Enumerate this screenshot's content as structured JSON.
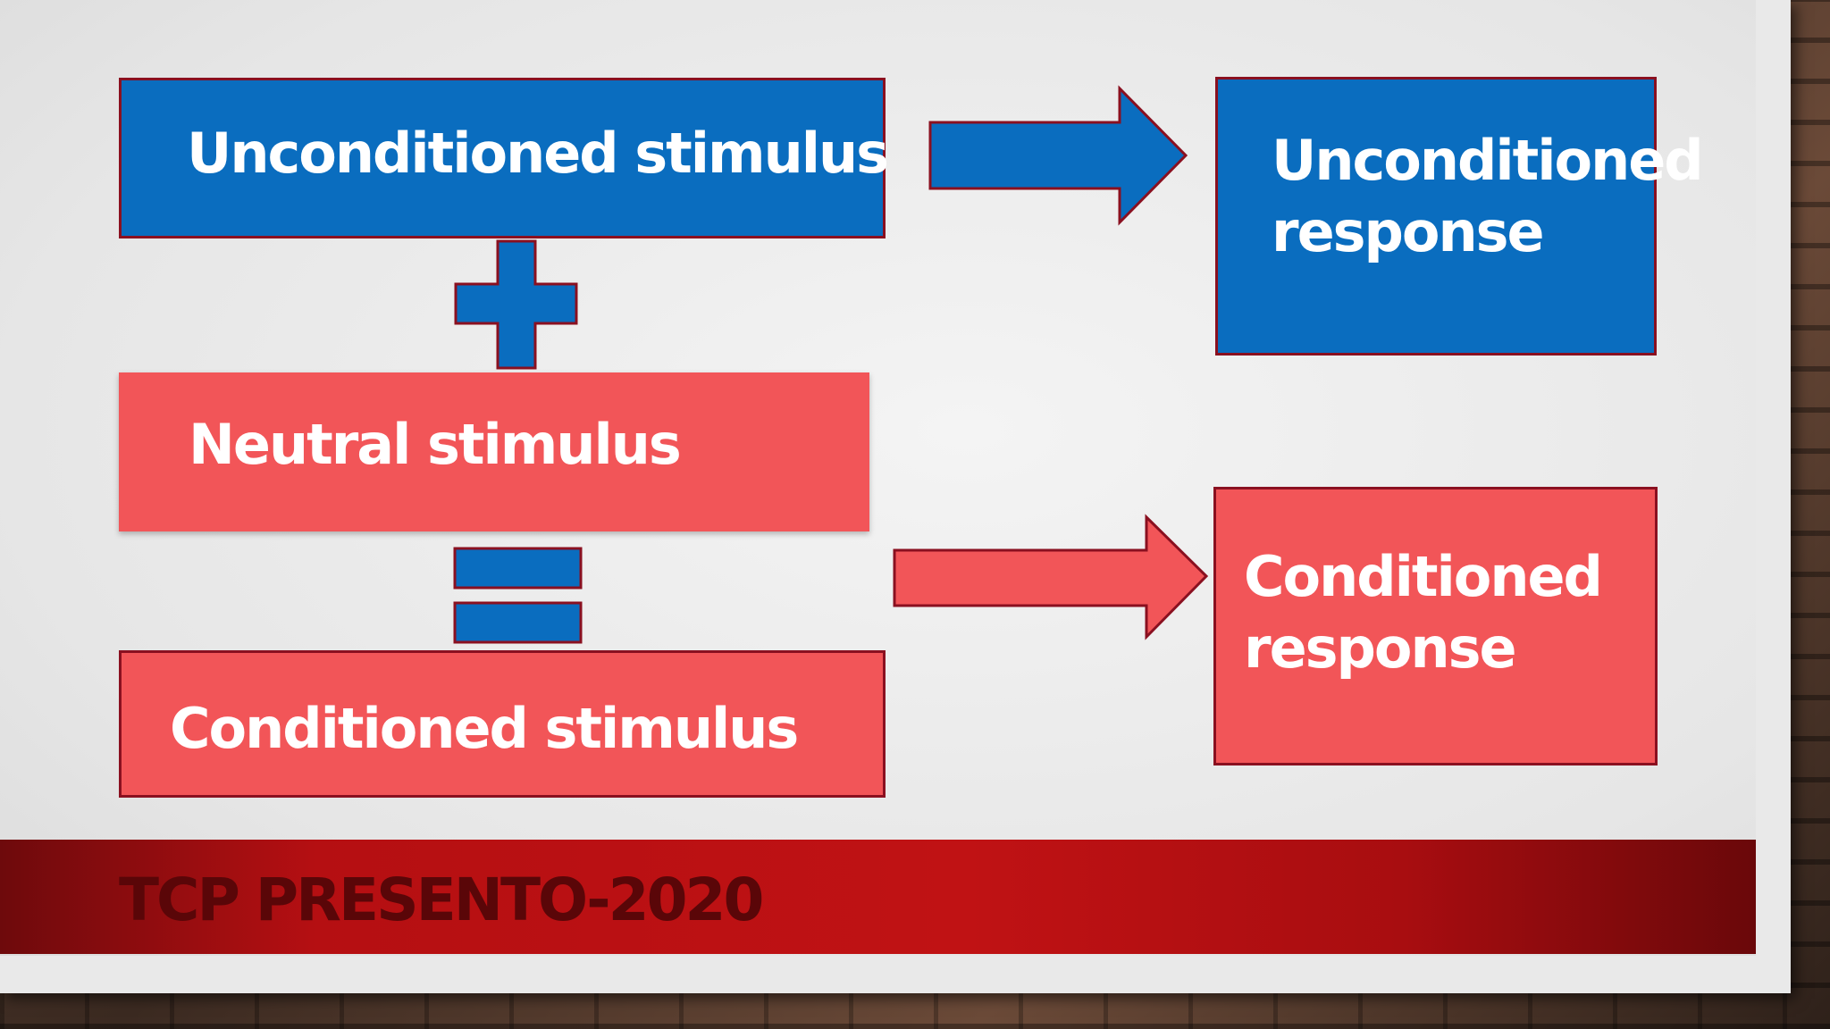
{
  "diagram": {
    "unconditioned_stimulus": "Unconditioned stimulus",
    "neutral_stimulus": "Neutral stimulus",
    "conditioned_stimulus": "Conditioned stimulus",
    "unconditioned_response": "Unconditioned\nresponse",
    "conditioned_response": "Conditioned\nresponse"
  },
  "footer": {
    "text": "TCP PRESENTO-2020"
  },
  "colors": {
    "blue": "#0a6dbf",
    "red": "#f25558",
    "border": "#8a1020",
    "footer_band": "#c01214"
  }
}
